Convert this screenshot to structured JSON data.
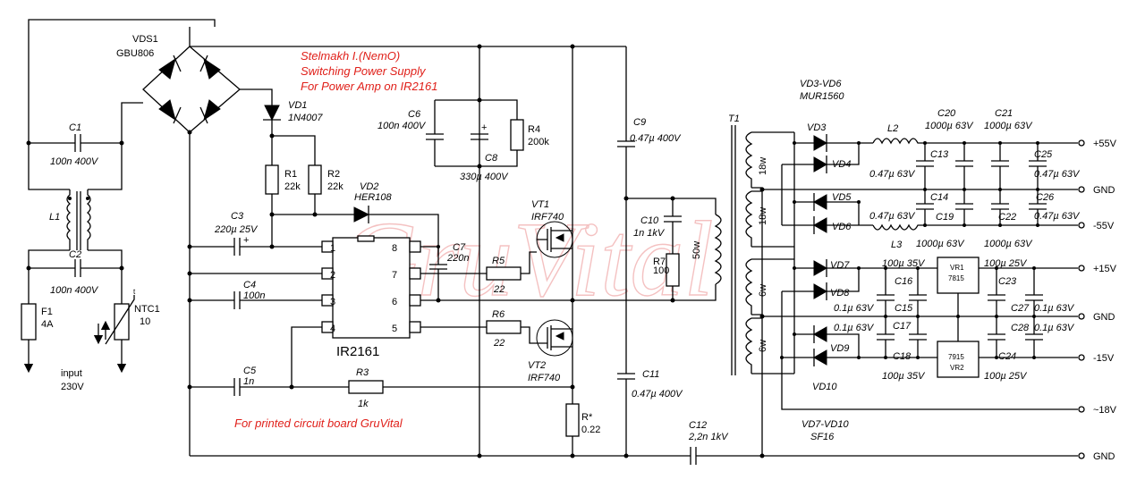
{
  "title": {
    "author": "Stelmakh I.(NemO)",
    "line1": "Switching Power Supply",
    "line2": "For Power Amp on IR2161",
    "footer": "For printed circuit board GruVital",
    "watermark": "GruVital"
  },
  "colors": {
    "accent": "#e0201a",
    "wire": "#000000",
    "watermark": "#e05050"
  },
  "input": {
    "label": "input",
    "voltage": "230V"
  },
  "components": {
    "vds1": {
      "name": "VDS1",
      "part": "GBU806"
    },
    "vd1": {
      "name": "VD1",
      "part": "1N4007"
    },
    "vd2": {
      "name": "VD2",
      "part": "HER108"
    },
    "c1": {
      "name": "C1",
      "value": "100n 400V"
    },
    "c2": {
      "name": "C2",
      "value": "100n 400V"
    },
    "l1": {
      "name": "L1"
    },
    "f1": {
      "name": "F1",
      "value": "4A"
    },
    "ntc1": {
      "name": "NTC1",
      "value": "10",
      "temp": "t"
    },
    "r1": {
      "name": "R1",
      "value": "22k"
    },
    "r2": {
      "name": "R2",
      "value": "22k"
    },
    "c3": {
      "name": "C3",
      "value": "220µ 25V"
    },
    "c4": {
      "name": "C4",
      "value": "100n"
    },
    "c5": {
      "name": "C5",
      "value": "1n"
    },
    "r3": {
      "name": "R3",
      "value": "1k"
    },
    "ic": {
      "name": "IR2161",
      "pins_left": [
        "1",
        "2",
        "3",
        "4"
      ],
      "pins_right": [
        "8",
        "7",
        "6",
        "5"
      ]
    },
    "c6": {
      "name": "C6",
      "value": "100n 400V"
    },
    "c8": {
      "name": "C8",
      "value": "330µ 400V"
    },
    "r4": {
      "name": "R4",
      "value": "200k"
    },
    "c7": {
      "name": "C7",
      "value": "220n"
    },
    "r5": {
      "name": "R5",
      "value": "22"
    },
    "r6": {
      "name": "R6",
      "value": "22"
    },
    "vt1": {
      "name": "VT1",
      "part": "IRF740"
    },
    "vt2": {
      "name": "VT2",
      "part": "IRF740"
    },
    "rstar": {
      "name": "R*",
      "value": "0.22"
    },
    "c9": {
      "name": "C9",
      "value": "0.47µ 400V"
    },
    "c10": {
      "name": "C10",
      "value": "1n 1kV"
    },
    "r7": {
      "name": "R7",
      "value": "100"
    },
    "c11": {
      "name": "C11",
      "value": "0.47µ 400V"
    },
    "c12": {
      "name": "C12",
      "value": "2,2n 1kV"
    },
    "t1": {
      "name": "T1",
      "primary": "50w",
      "w1": "18w",
      "w2": "18w",
      "w3": "6w",
      "w4": "6w"
    },
    "vd36": {
      "name": "VD3-VD6",
      "part": "MUR1560"
    },
    "vd710": {
      "name": "VD7-VD10",
      "part": "SF16"
    },
    "vd3": "VD3",
    "vd4": "VD4",
    "vd5": "VD5",
    "vd6": "VD6",
    "vd7": "VD7",
    "vd8": "VD8",
    "vd9": "VD9",
    "vd10": "VD10",
    "l2": {
      "name": "L2"
    },
    "l3": {
      "name": "L3"
    },
    "c13": {
      "name": "C13",
      "value": "0.47µ 63V"
    },
    "c14": {
      "name": "C14",
      "value": "0.47µ 63V"
    },
    "c19": {
      "name": "C19",
      "value": "1000µ 63V"
    },
    "c20": {
      "name": "C20",
      "value": "1000µ 63V"
    },
    "c21": {
      "name": "C21",
      "value": "1000µ 63V"
    },
    "c22": {
      "name": "C22",
      "value": "1000µ 63V"
    },
    "c25": {
      "name": "C25",
      "value": "0.47µ 63V"
    },
    "c26": {
      "name": "C26",
      "value": "0.47µ 63V"
    },
    "c15": {
      "name": "C15",
      "value": "0.1µ 63V"
    },
    "c16": {
      "name": "C16",
      "value": "100µ 35V"
    },
    "c17": {
      "name": "C17",
      "value": "0.1µ 63V"
    },
    "c18": {
      "name": "C18",
      "value": "100µ 35V"
    },
    "vr1": {
      "name": "VR1",
      "part": "7815"
    },
    "vr2": {
      "name": "VR2",
      "part": "7915"
    },
    "c23": {
      "name": "C23",
      "value": "100µ 25V"
    },
    "c24": {
      "name": "C24",
      "value": "100µ 25V"
    },
    "c27": {
      "name": "C27",
      "value": "0.1µ 63V"
    },
    "c28": {
      "name": "C28",
      "value": "0.1µ 63V"
    }
  },
  "outputs": [
    "+55V",
    "GND",
    "-55V",
    "+15V",
    "GND",
    "-15V",
    "~18V",
    "GND"
  ]
}
